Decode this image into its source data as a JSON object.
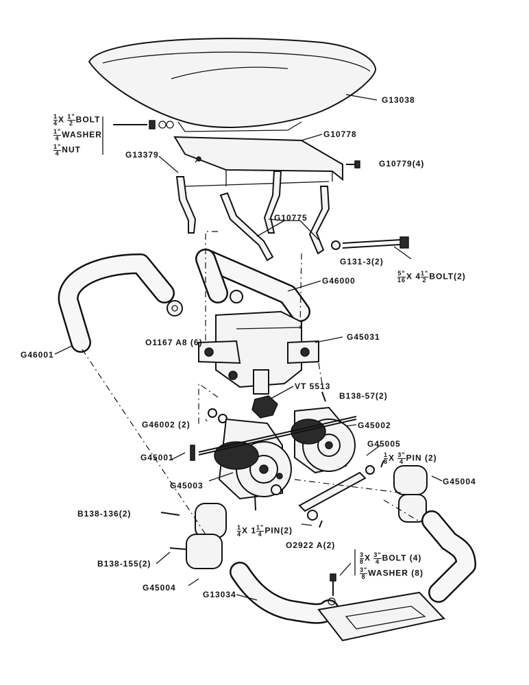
{
  "labels": {
    "g13038": "G13038",
    "bolt_fraction": {
      "num": "1",
      "den": "4"
    },
    "bolt_mid": "X",
    "bolt_fraction2": {
      "num": "1\"",
      "den": "2"
    },
    "bolt_word": "BOLT",
    "washer_fraction": {
      "num": "1\"",
      "den": "4"
    },
    "washer_word": "WASHER",
    "nut_fraction": {
      "num": "1\"",
      "den": "4"
    },
    "nut_word": "NUT",
    "g10778": "G10778",
    "g13379": "G13379",
    "g10779": "G10779(4)",
    "g10775": "G10775",
    "g1313": "G131-3(2)",
    "long_bolt_fraction": {
      "num": "5\"",
      "den": "16"
    },
    "long_bolt_mid": "X 4",
    "long_bolt_fraction2": {
      "num": "1\"",
      "den": "2"
    },
    "long_bolt_word": "BOLT(2)",
    "g46000": "G46000",
    "o1167": "O1167 A8 (6)",
    "g46001": "G46001",
    "g45031": "G45031",
    "vt5513": "VT 5513",
    "b13857": "B138-57(2)",
    "g46002": "G46002 (2)",
    "g45002": "G45002",
    "g45005": "G45005",
    "g45001": "G45001",
    "pin_right_fraction": {
      "num": "1",
      "den": "8"
    },
    "pin_right_mid": "X",
    "pin_right_fraction2": {
      "num": "3\"",
      "den": "4"
    },
    "pin_right_word": "PIN (2)",
    "g45004_right": "G45004",
    "g45003": "G45003",
    "b138136": "B138-136(2)",
    "pin_left_fraction": {
      "num": "1",
      "den": "4"
    },
    "pin_left_mid": "X 1",
    "pin_left_fraction2": {
      "num": "1\"",
      "den": "4"
    },
    "pin_left_word": "PIN(2)",
    "o2922": "O2922 A(2)",
    "bolt38_fraction": {
      "num": "3",
      "den": "8"
    },
    "bolt38_mid": "X",
    "bolt38_fraction2": {
      "num": "3\"",
      "den": "4"
    },
    "bolt38_word": "BOLT (4)",
    "washer38_fraction": {
      "num": "3\"",
      "den": "8"
    },
    "washer38_word": "WASHER (8)",
    "b138155": "B138-155(2)",
    "g45004_left": "G45004",
    "g13034": "G13034"
  }
}
